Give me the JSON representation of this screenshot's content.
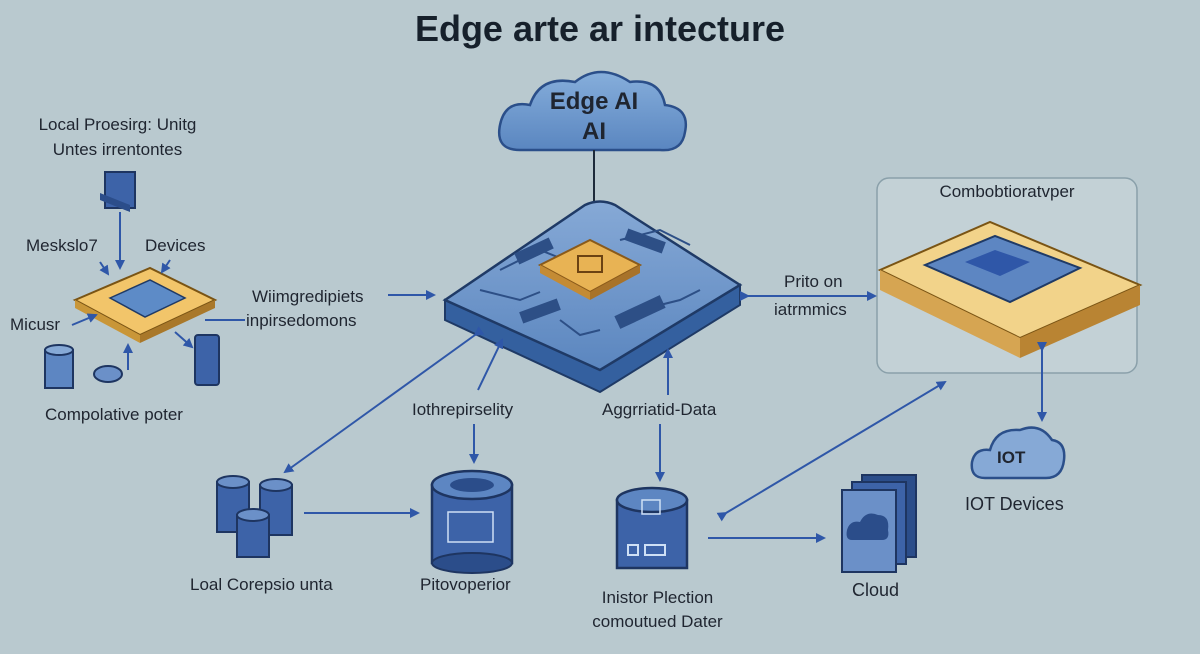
{
  "title": "Edge arte ar intecture",
  "cloud_top": {
    "line1": "Edge AI",
    "line2": "AI"
  },
  "left_cluster": {
    "heading_line1": "Local Proesirg: Unitg",
    "heading_line2": "Untes irrentontes",
    "label_meskso": "Meskslo7",
    "label_devices": "Devices",
    "label_micusr": "Micusr",
    "label_compo": "Compolative poter"
  },
  "center_labels": {
    "wimg_line1": "Wiimgredipiets",
    "wimg_line2": "inpirsedomons",
    "ioth": "Iothrepirselity",
    "aggr": "Aggrriatid-Data"
  },
  "right_cluster": {
    "box_label": "Combobtioratvper",
    "prito_line1": "Prito on",
    "prito_line2": "iatrmmics",
    "iot_cloud": "IOT",
    "iot_devices": "IOT Devices"
  },
  "bottom": {
    "local_corp": "Loal Corepsio unta",
    "pito": "Pitovoperior",
    "instor_line1": "Inistor Plection",
    "instor_line2": "comoutued Dater",
    "cloud": "Cloud"
  },
  "colors": {
    "background": "#b9c9cf",
    "arrow": "#2f57a8",
    "board_blue": "#4f7cb8",
    "chip_gold": "#e8b354",
    "cloud_blue": "#6a93c8"
  }
}
